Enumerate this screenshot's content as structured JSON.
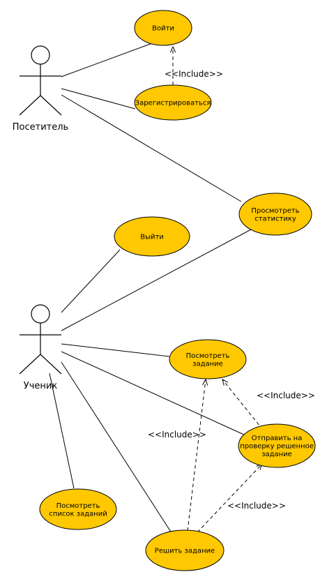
{
  "colors": {
    "usecase_fill": "#FFC800",
    "usecase_stroke": "#000000",
    "line": "#000000",
    "background": "#FFFFFF"
  },
  "actors": [
    {
      "id": "visitor",
      "label": "Посетитель"
    },
    {
      "id": "student",
      "label": "Ученик"
    }
  ],
  "usecases": [
    {
      "id": "login",
      "lines": [
        "Войти"
      ]
    },
    {
      "id": "register",
      "lines": [
        "Зарегистрироваться"
      ]
    },
    {
      "id": "stats",
      "lines": [
        "Просмотреть",
        "статистику"
      ]
    },
    {
      "id": "logout",
      "lines": [
        "Выйти"
      ]
    },
    {
      "id": "view_task",
      "lines": [
        "Посмотреть",
        "задание"
      ]
    },
    {
      "id": "send_check",
      "lines": [
        "Отправить на",
        "проверку решенное",
        "задание"
      ]
    },
    {
      "id": "task_list",
      "lines": [
        "Посмотреть",
        "список заданий"
      ]
    },
    {
      "id": "solve",
      "lines": [
        "Решить задание"
      ]
    }
  ],
  "associations": [
    {
      "from": "visitor",
      "to": "login"
    },
    {
      "from": "visitor",
      "to": "register"
    },
    {
      "from": "visitor",
      "to": "stats"
    },
    {
      "from": "student",
      "to": "logout"
    },
    {
      "from": "student",
      "to": "stats"
    },
    {
      "from": "student",
      "to": "view_task"
    },
    {
      "from": "student",
      "to": "send_check"
    },
    {
      "from": "student",
      "to": "task_list"
    },
    {
      "from": "student",
      "to": "solve"
    }
  ],
  "includes": [
    {
      "from": "register",
      "to": "login",
      "label": "<<Include>>"
    },
    {
      "from": "send_check",
      "to": "view_task",
      "label": "<<Include>>"
    },
    {
      "from": "solve",
      "to": "view_task",
      "label": "<<Include>>"
    },
    {
      "from": "solve",
      "to": "send_check",
      "label": "<<Include>>"
    }
  ]
}
